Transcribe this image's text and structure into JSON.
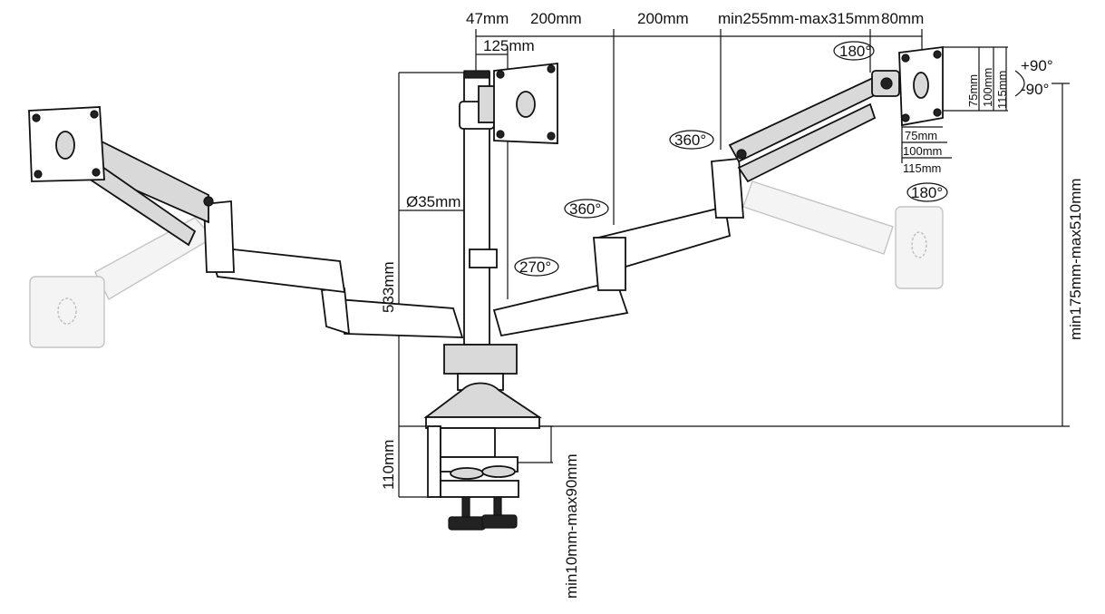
{
  "dimensions": {
    "top_47": "47mm",
    "top_200a": "200mm",
    "top_200b": "200mm",
    "top_range": "min255mm-max315mm",
    "top_80": "80mm",
    "top_125": "125mm",
    "pole_diameter": "Ø35mm",
    "pole_height": "533mm",
    "base_height": "110mm",
    "clamp_range": "min10mm-max90mm",
    "height_range": "min175mm-max510mm",
    "vesa_h75": "75mm",
    "vesa_h100": "100mm",
    "vesa_h115": "115mm",
    "vesa_w75": "75mm",
    "vesa_w100": "100mm",
    "vesa_w115": "115mm"
  },
  "angles": {
    "tilt_up": "+90°",
    "tilt_down": "-90°",
    "rot_180_top": "180°",
    "rot_180_bottom": "180°",
    "rot_360_upper": "360°",
    "rot_360_lower": "360°",
    "rot_270": "270°"
  }
}
